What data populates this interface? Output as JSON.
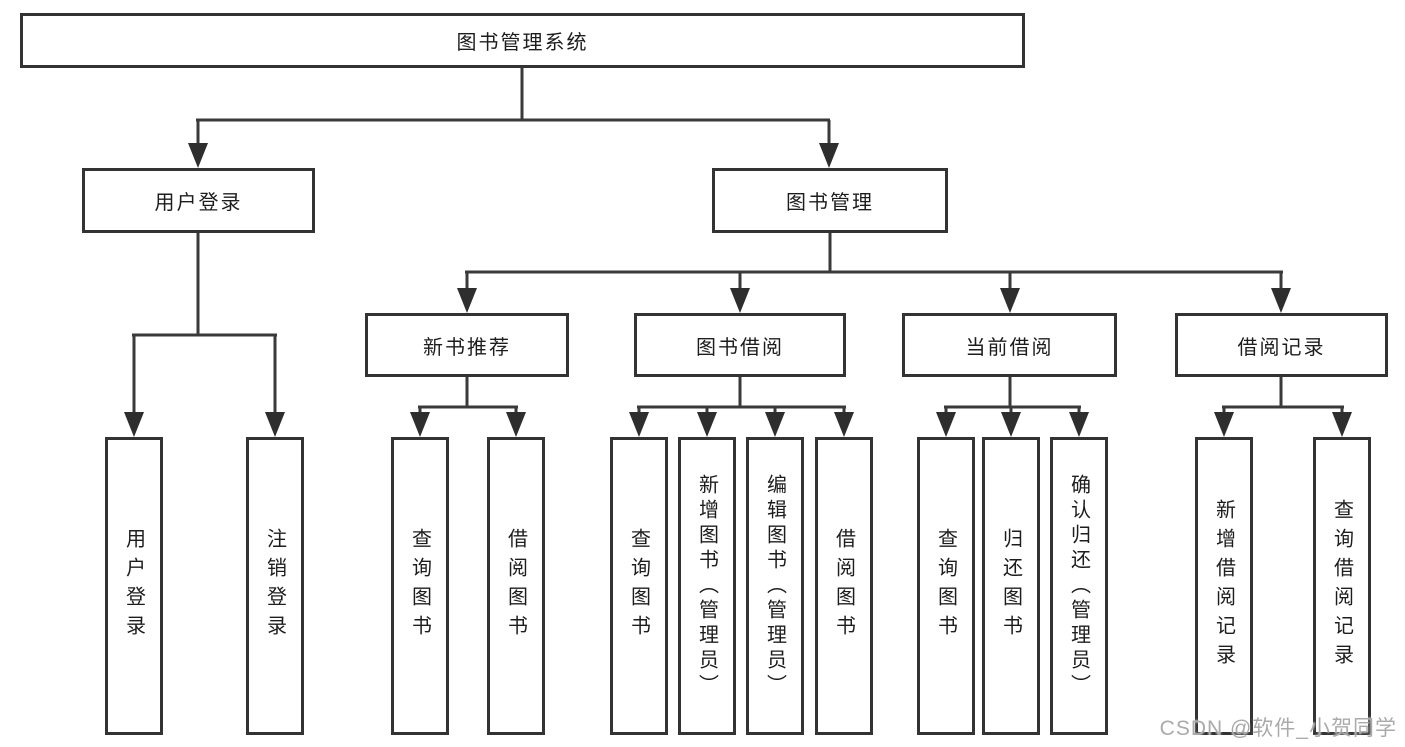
{
  "tree": {
    "root": {
      "label": "图书管理系统"
    },
    "branches": [
      {
        "label": "用户登录",
        "children": [
          {
            "label": "用户登录"
          },
          {
            "label": "注销登录"
          }
        ]
      },
      {
        "label": "图书管理",
        "sections": [
          {
            "label": "新书推荐",
            "children": [
              {
                "label": "查询图书"
              },
              {
                "label": "借阅图书"
              }
            ]
          },
          {
            "label": "图书借阅",
            "children": [
              {
                "label": "查询图书"
              },
              {
                "label": "新增图书（管理员）"
              },
              {
                "label": "编辑图书（管理员）"
              },
              {
                "label": "借阅图书"
              }
            ]
          },
          {
            "label": "当前借阅",
            "children": [
              {
                "label": "查询图书"
              },
              {
                "label": "归还图书"
              },
              {
                "label": "确认归还（管理员）"
              }
            ]
          },
          {
            "label": "借阅记录",
            "children": [
              {
                "label": "新增借阅记录"
              },
              {
                "label": "查询借阅记录"
              }
            ]
          }
        ]
      }
    ]
  },
  "watermark": {
    "text": "CSDN @软件_小贺同学"
  },
  "colors": {
    "line": "#3a3a3a",
    "box_border": "#333333",
    "box_fill": "#ffffff",
    "text": "#1d1d1d",
    "watermark": "#aaaaaa",
    "background": "#ffffff"
  }
}
